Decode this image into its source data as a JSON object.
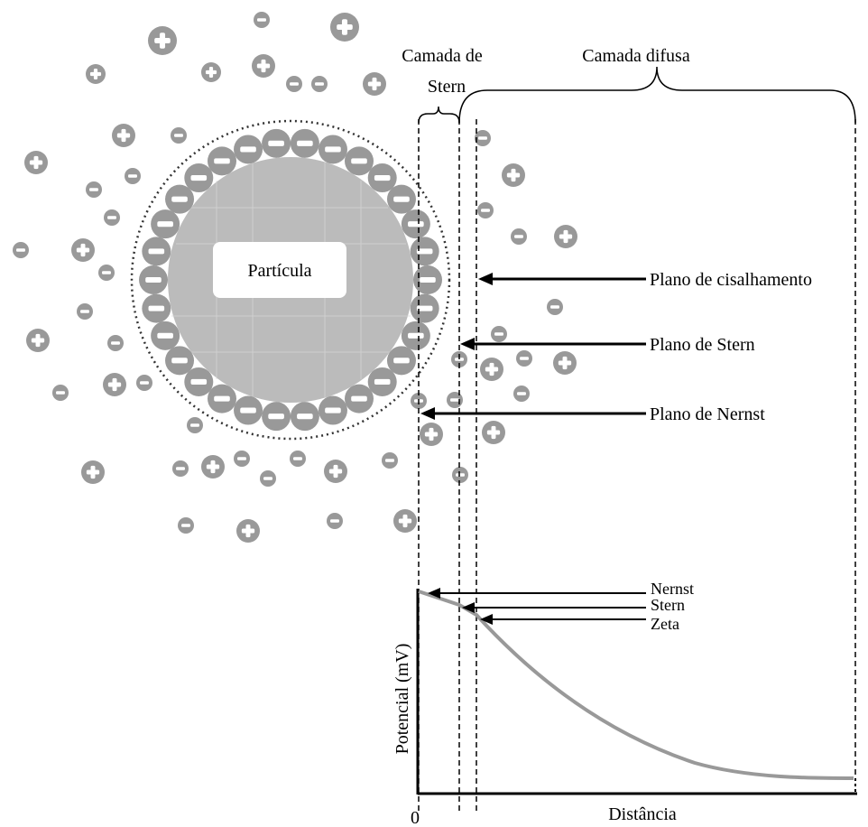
{
  "labels": {
    "particle": "Partícula",
    "stern_layer_line1": "Camada de",
    "stern_layer_line2": "Stern",
    "diffuse_layer": "Camada difusa",
    "shear_plane": "Plano de cisalhamento",
    "stern_plane": "Plano de Stern",
    "nernst_plane": "Plano de Nernst",
    "nernst_potential": "Nernst",
    "stern_potential": "Stern",
    "zeta_potential": "Zeta",
    "y_axis": "Potencial (mV)",
    "x_axis": "Distância",
    "origin": "0"
  },
  "ion_signs": {
    "negative": "−",
    "positive": "+"
  },
  "colors": {
    "ion_fill": "#999999",
    "particle_fill": "#bbbbbb",
    "curve": "#999999",
    "line": "#000000"
  }
}
